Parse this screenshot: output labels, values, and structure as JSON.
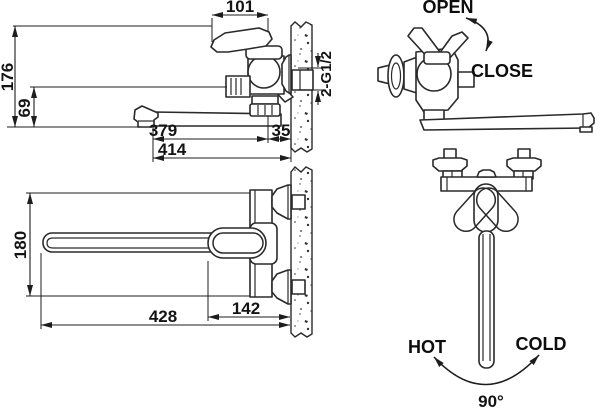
{
  "drawing": {
    "subject": "Wall-mounted single-lever bath mixer with long swivel spout - dimensional drawing"
  },
  "side_view": {
    "dim_handle": "101",
    "dim_height": "176",
    "dim_spout_height": "69",
    "dim_spout_reach": "379",
    "dim_wall_offset": "35",
    "dim_total_reach": "414",
    "thread_label": "2-G1/2"
  },
  "operation_view": {
    "open_label": "OPEN",
    "close_label": "CLOSE"
  },
  "plan_view": {
    "dim_depth": "180",
    "dim_total_length": "428",
    "dim_handle_clearance": "142"
  },
  "front_view": {
    "hot_label": "HOT",
    "cold_label": "COLD",
    "angle_label": "90°"
  }
}
